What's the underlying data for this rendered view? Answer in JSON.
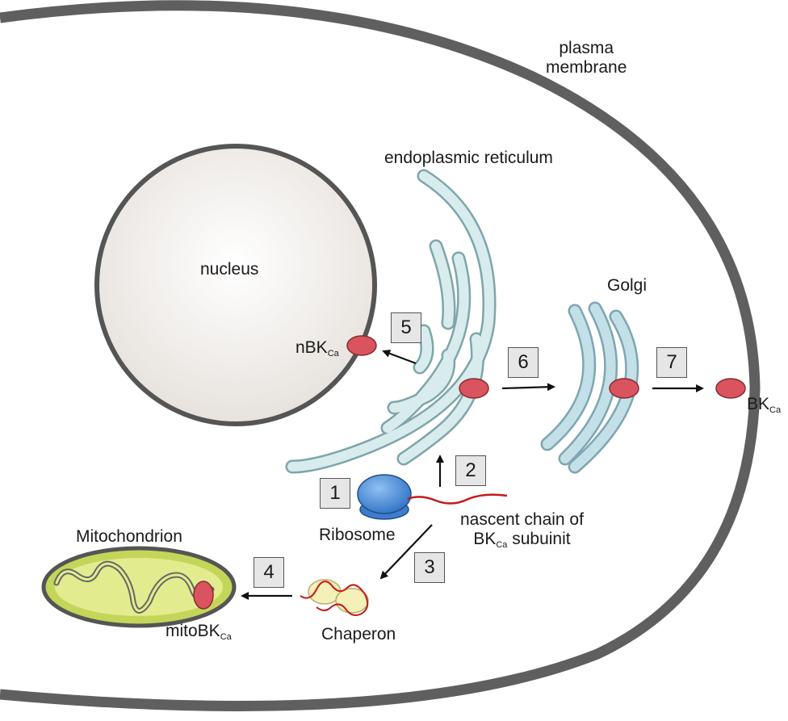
{
  "labels": {
    "plasma_membrane_line1": "plasma",
    "plasma_membrane_line2": "membrane",
    "endoplasmic_reticulum": "endoplasmic reticulum",
    "nucleus": "nucleus",
    "golgi": "Golgi",
    "ribosome": "Ribosome",
    "nascent_chain_line1": "nascent chain of",
    "nascent_chain_line2_prefix": "BK",
    "nascent_chain_line2_sub": "Ca",
    "nascent_chain_line2_suffix": " subuinit",
    "mitochondrion": "Mitochondrion",
    "chaperon": "Chaperon",
    "nbk_prefix": "nBK",
    "nbk_sub": "Ca",
    "bk_prefix": "BK",
    "bk_sub": "Ca",
    "mitobk_prefix": "mitoBK",
    "mitobk_sub": "Ca"
  },
  "steps": [
    "1",
    "2",
    "3",
    "4",
    "5",
    "6",
    "7"
  ],
  "colors": {
    "membrane": "#5a5a5a",
    "nucleus_fill": "#ede9e6",
    "er_fill": "#d6ecee",
    "er_stroke": "#7fa9ad",
    "golgi_fill": "#bfdde6",
    "channel_fill": "#d9545f",
    "ribosome_fill": "#4a86d4",
    "mito_outer": "#c4d659",
    "chaperon_fill": "#f5efb8",
    "chain_color": "#c41a1a"
  }
}
